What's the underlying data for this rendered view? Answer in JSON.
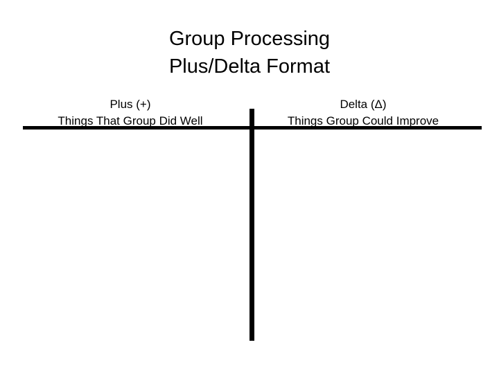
{
  "slide": {
    "background_color": "#ffffff",
    "ink_color": "#000000",
    "title": {
      "line1": "Group Processing",
      "line2": "Plus/Delta Format"
    },
    "columns": {
      "plus": {
        "heading": "Plus (+)",
        "subheading": "Things That Group Did Well",
        "symbol": "+",
        "body_items": []
      },
      "delta": {
        "heading": "Delta (Δ)",
        "subheading": "Things Group Could Improve",
        "symbol": "Δ",
        "body_items": []
      }
    },
    "rules": {
      "horizontal_label": "header-divider",
      "vertical_label": "column-divider"
    }
  }
}
